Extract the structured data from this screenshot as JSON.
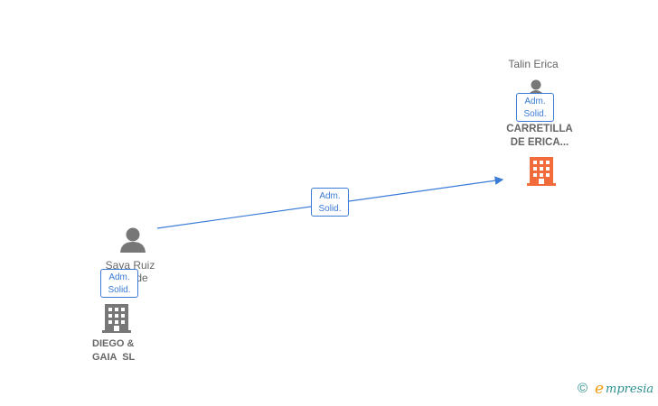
{
  "nodes": {
    "talin_erica": {
      "name": "Talin Erica"
    },
    "carretilla": {
      "name_line1": "CARRETILLA",
      "name_line2": "DE ERICA..."
    },
    "saya_ruiz": {
      "name_line1": "Saya Ruiz",
      "name_line2": "de"
    },
    "diego_gaia": {
      "name_line1": "DIEGO &",
      "name_line2": "GAIA  SL"
    }
  },
  "relations": {
    "talin_to_carretilla": {
      "line1": "Adm.",
      "line2": "Solid."
    },
    "saya_to_carretilla": {
      "line1": "Adm.",
      "line2": "Solid."
    },
    "saya_to_diego": {
      "line1": "Adm.",
      "line2": "Solid."
    }
  },
  "colors": {
    "edge": "#3a7bd5",
    "person_icon": "#777777",
    "company_icon": "#777777",
    "company_highlight": "#f26b3a"
  },
  "icons": {
    "person": "person-icon",
    "company": "building-icon",
    "copyright": "copyright-icon"
  },
  "brand": {
    "copyright": "©",
    "e": "e",
    "name": "mpresia"
  }
}
